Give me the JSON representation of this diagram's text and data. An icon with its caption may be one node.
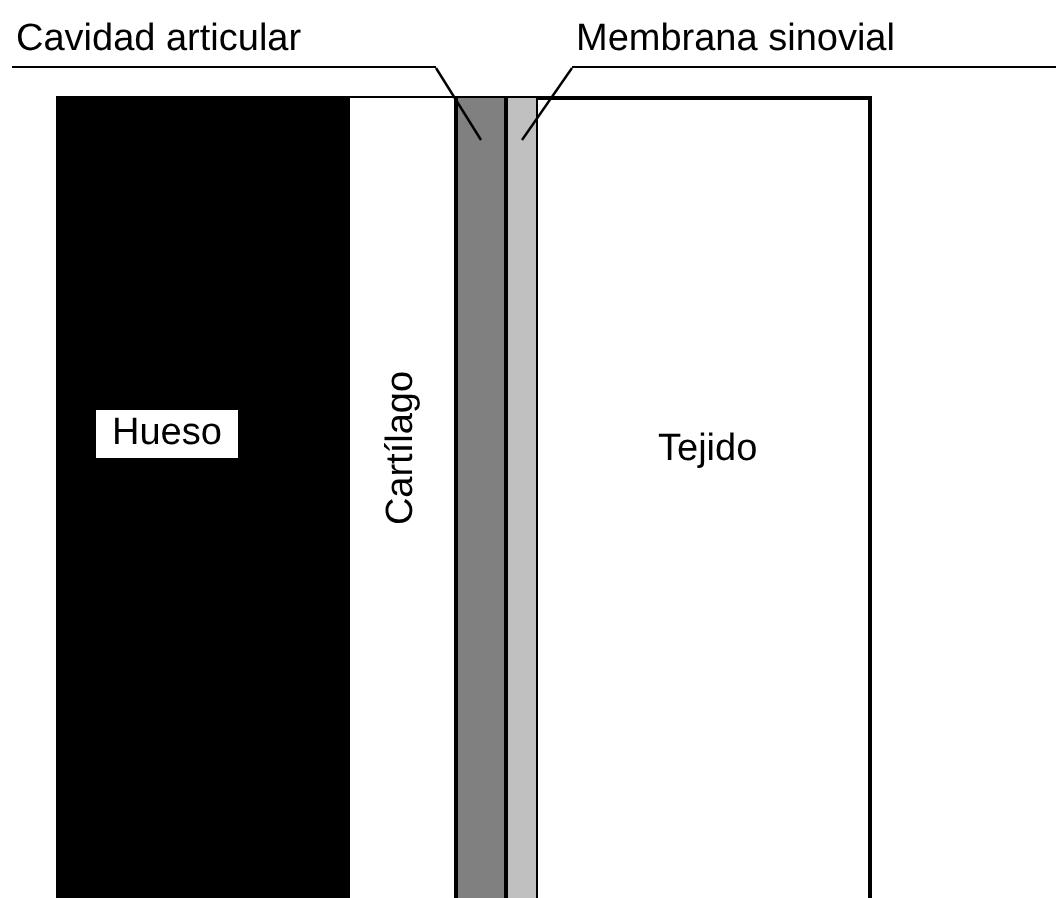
{
  "diagram": {
    "nodes": [
      {
        "text": [
          "Hueso"
        ]
      },
      {
        "text": [
          "Cartílago"
        ]
      },
      {
        "text": [],
        "shape": "bar"
      },
      {
        "text": [],
        "shape": "bar"
      },
      {
        "text": [
          "Tejido"
        ]
      },
      {
        "text": [
          "Cavidad articular"
        ]
      },
      {
        "text": [
          "Membrana sinovial"
        ]
      }
    ],
    "edges": [
      {
        "from": 5,
        "to": 2,
        "arrow": "none"
      },
      {
        "from": 6,
        "to": 3,
        "arrow": "none"
      }
    ]
  }
}
